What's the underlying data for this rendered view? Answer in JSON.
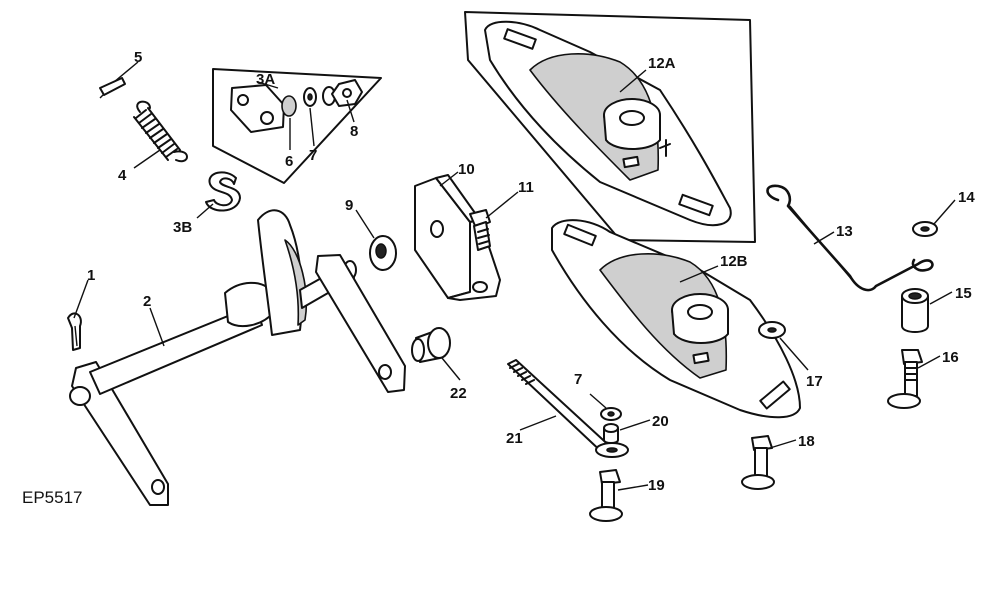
{
  "figure_code": "EP5517",
  "callouts": {
    "c1": "1",
    "c2": "2",
    "c3a": "3A",
    "c3b": "3B",
    "c4": "4",
    "c5": "5",
    "c6": "6",
    "c7a": "7",
    "c7b": "7",
    "c8": "8",
    "c9": "9",
    "c10": "10",
    "c11": "11",
    "c12a": "12A",
    "c12b": "12B",
    "c13": "13",
    "c14": "14",
    "c15": "15",
    "c16": "16",
    "c17": "17",
    "c18": "18",
    "c19": "19",
    "c20": "20",
    "c21": "21",
    "c22": "22"
  }
}
